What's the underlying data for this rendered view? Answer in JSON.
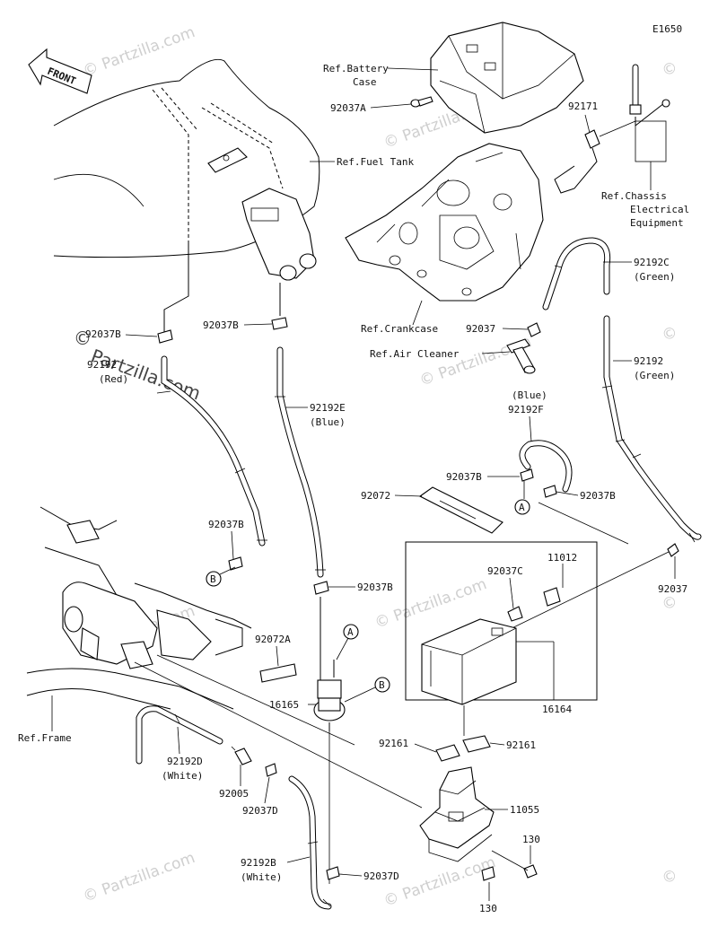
{
  "diagram_code": "E1650",
  "front_label": "FRONT",
  "watermark": "Partzilla.com",
  "copyright_symbol": "©",
  "ref_labels": {
    "battery_1": "Ref.Battery",
    "battery_2": "Case",
    "fuel_tank": "Ref.Fuel Tank",
    "chassis_1": "Ref.Chassis",
    "chassis_2": "Electrical",
    "chassis_3": "Equipment",
    "crankcase": "Ref.Crankcase",
    "air_cleaner": "Ref.Air Cleaner",
    "frame": "Ref.Frame"
  },
  "parts": {
    "p92037A": "92037A",
    "p92171": "92171",
    "p92192C": "92192C",
    "green_1": "(Green)",
    "p92037_crank": "92037",
    "p92192": "92192",
    "green_2": "(Green)",
    "blue_f": "(Blue)",
    "p92192F": "92192F",
    "p92037B_left": "92037B",
    "p92192_red_num": "92192",
    "red": "(Red)",
    "p92037B_mid": "92037B",
    "p92192E": "92192E",
    "blue_e": "(Blue)",
    "p92037B_f1": "92037B",
    "p92037B_f2": "92037B",
    "p92072": "92072",
    "p92037B_low": "92037B",
    "p92037B_center": "92037B",
    "p11012": "11012",
    "p92037C": "92037C",
    "p92037_right": "92037",
    "p92072A": "92072A",
    "p16165": "16165",
    "p16164": "16164",
    "p92161_left": "92161",
    "p92161_right": "92161",
    "p92192D": "92192D",
    "white_d": "(White)",
    "p92005": "92005",
    "p92037D_1": "92037D",
    "p11055": "11055",
    "p130_top": "130",
    "p92192B": "92192B",
    "white_b": "(White)",
    "p92037D_2": "92037D",
    "p130_bottom": "130"
  },
  "callouts": {
    "a": "A",
    "b": "B"
  }
}
